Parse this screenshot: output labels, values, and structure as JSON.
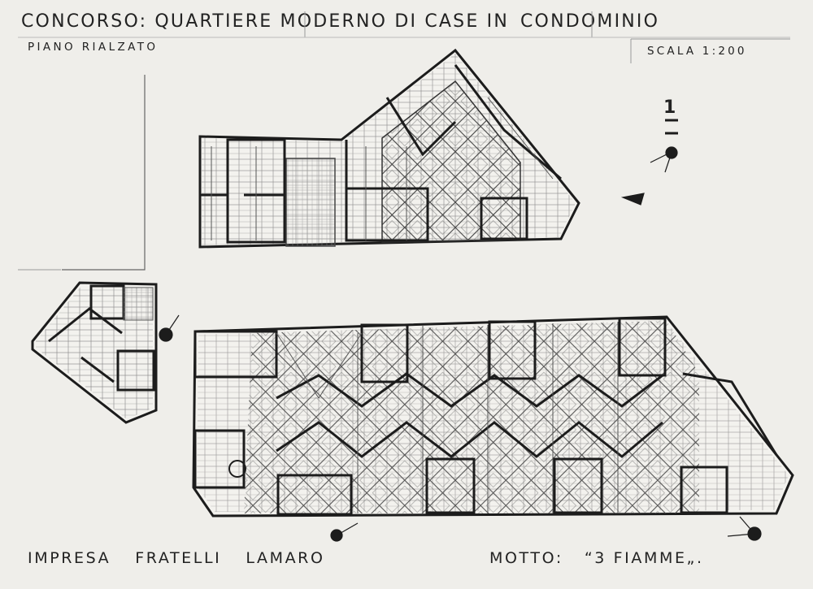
{
  "title": {
    "part1": "CONCORSO: QUARTIERE MODERNO DI CASE IN",
    "part2": "CONDOMINIO"
  },
  "subtitle": "PIANO RIALZATO",
  "scale": "SCALA  1:200",
  "north_marker": "1",
  "footer": {
    "company_words": [
      "IMPRESA",
      "FRATELLI",
      "LAMARO"
    ],
    "motto_label": "MOTTO:",
    "motto_value": "“3 FIAMME„."
  },
  "colors": {
    "paper": "#efeeea",
    "ink": "#222222",
    "wall": "#1c1c1c",
    "thin_line": "#555555"
  }
}
